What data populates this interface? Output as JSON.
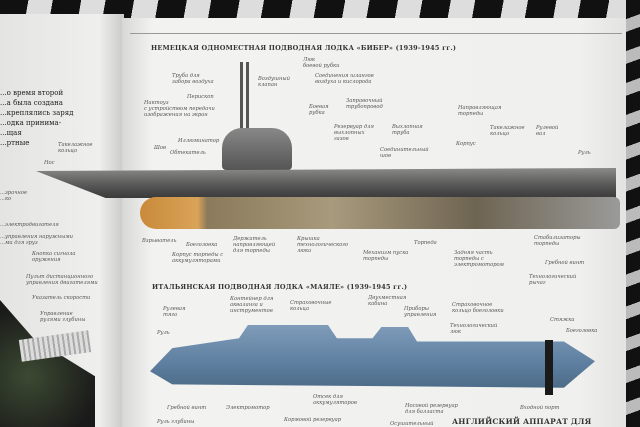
{
  "left_page": {
    "body_text": "...о время второй\n...а была создана\n...креплялись заряд\n...одка принима-\n...щая\n...ртные",
    "labels": [
      "Такелажное\nкольцо",
      "Нос",
      "...зрачное\n...ко",
      "...электродвигателя",
      "...управления наружными\n...ми для груз",
      "Кнопка сигнала\nоружения",
      "Пульт дистанционного\nуправления двигателями",
      "Указатель скорости",
      "Управление\nрулями глубины"
    ]
  },
  "beaver": {
    "title": "НЕМЕЦКАЯ ОДНОМЕСТНАЯ ПОДВОДНАЯ ЛОДКА «БИБЕР» (1939-1945 гг.)",
    "labels": [
      "Труба для\nзабора воздуха",
      "Воздушный\nклапан",
      "Перископ",
      "Люк\nбоевой рубки",
      "Соединения шлангов\nвоздуха и кислорода",
      "Нактоуз\nс устройством передачи\nизображения на экран",
      "Боевая\nрубка",
      "Заправочный\nтрубопровод",
      "Иллюминатор",
      "Резервуар для\nвыхлопных\nгазов",
      "Выхлопная\nтруба",
      "Шов",
      "Обтекатель",
      "Соединительный\nшов",
      "Направляющая\nторпеды",
      "Корпус",
      "Такелажное\nкольцо",
      "Рулевой\nвал",
      "Руль",
      "Взрыватель",
      "Боеголовка",
      "Корпус торпеды с\nаккумуляторами",
      "Держатель\nнаправляющей\nдля торпеды",
      "Крышка\nтехнологического\nлюка",
      "Механизм пуска\nторпеды",
      "Торпеда",
      "Задняя часть\nторпеды с\nэлектромотором",
      "Стабилизаторы\nторпеды",
      "Гребной винт",
      "Технологический\nрычаг"
    ]
  },
  "maiale": {
    "title": "ИТАЛЬЯНСКАЯ ПОДВОДНАЯ ЛОДКА «МАЯЛЕ» (1939-1945 гг.)",
    "labels": [
      "Рулевая\nтяга",
      "Руль",
      "Контейнер для\nакваланга и\nинструментов",
      "Страховочные\nкольца",
      "Двухместная\nкабина",
      "Приборы\nуправления",
      "Страховочное\nкольцо боеголовки",
      "Технологический\nлюк",
      "Стяжка",
      "Боеголовка",
      "Гребной винт",
      "Электромотор",
      "Отсек для\nаккумуляторов",
      "Носовой резервуар\nдля балласта",
      "Входной порт",
      "Руль глубины",
      "Кормовой резервуар",
      "Осушительный"
    ]
  },
  "next_section_title": "АНГЛИЙСКИЙ АППАРАТ ДЛЯ"
}
